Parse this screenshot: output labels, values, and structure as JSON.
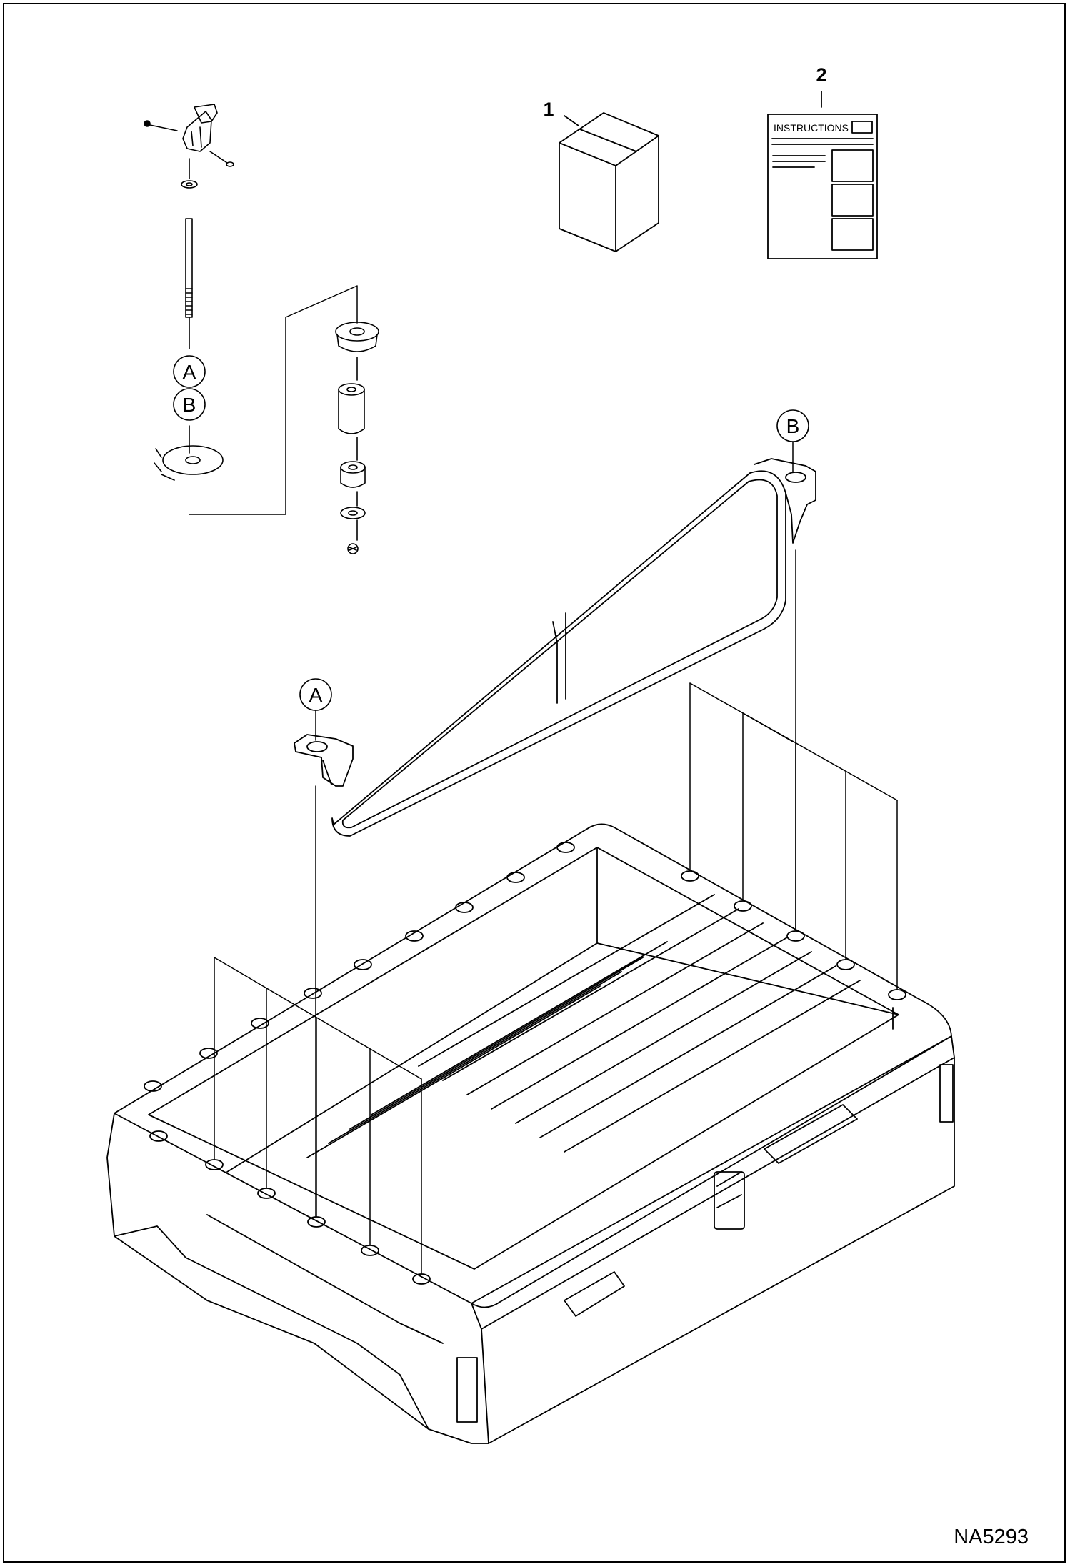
{
  "diagram": {
    "callouts": [
      {
        "id": "callout-1",
        "label": "1"
      },
      {
        "id": "callout-2",
        "label": "2"
      }
    ],
    "reference_letters": {
      "a": "A",
      "b": "B"
    },
    "manual": {
      "title": "INSTRUCTIONS"
    },
    "figure_id": "NA5293"
  }
}
